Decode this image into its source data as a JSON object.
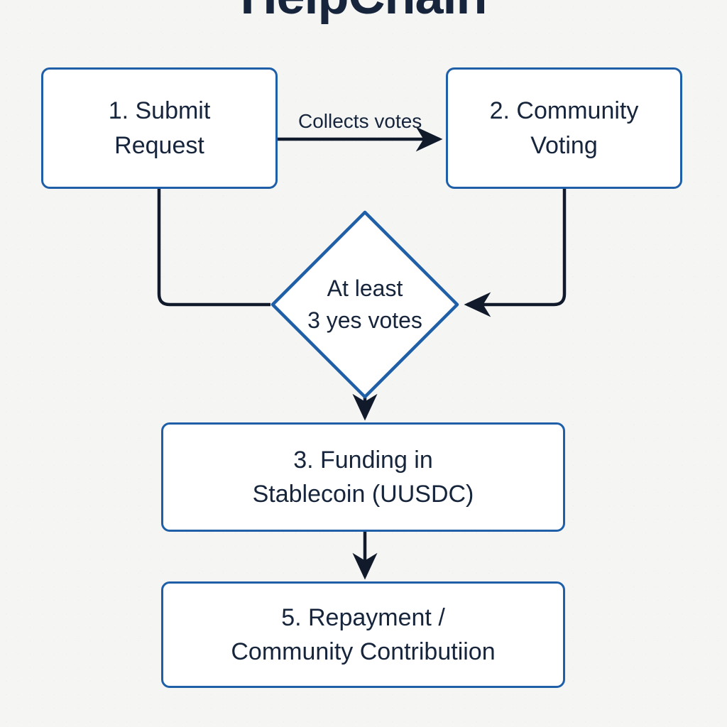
{
  "diagram": {
    "title": "HelpChain",
    "type": "flowchart",
    "background_color": "#f5f5f4",
    "node_border_color": "#1f5fa8",
    "node_fill_color": "#ffffff",
    "text_color": "#16253b",
    "connector_color": "#111a2b"
  },
  "nodes": {
    "submit": {
      "label": "1. Submit\nRequest",
      "shape": "rounded-rect"
    },
    "voting": {
      "label": "2. Community\nVoting",
      "shape": "rounded-rect"
    },
    "decision": {
      "label": "At least\n3 yes votes",
      "shape": "diamond"
    },
    "funding": {
      "label": "3. Funding in\nStablecoin (UUSDC)",
      "shape": "rounded-rect"
    },
    "repayment": {
      "label": "5. Repayment /\nCommunity Contributiion",
      "shape": "rounded-rect"
    }
  },
  "edges": [
    {
      "from": "submit",
      "to": "voting",
      "label": "Collects votes",
      "arrow": true
    },
    {
      "from": "submit",
      "to": "decision",
      "label": "",
      "arrow": false
    },
    {
      "from": "voting",
      "to": "decision",
      "label": "",
      "arrow": true
    },
    {
      "from": "decision",
      "to": "funding",
      "label": "",
      "arrow": true
    },
    {
      "from": "funding",
      "to": "repayment",
      "label": "",
      "arrow": true
    }
  ]
}
